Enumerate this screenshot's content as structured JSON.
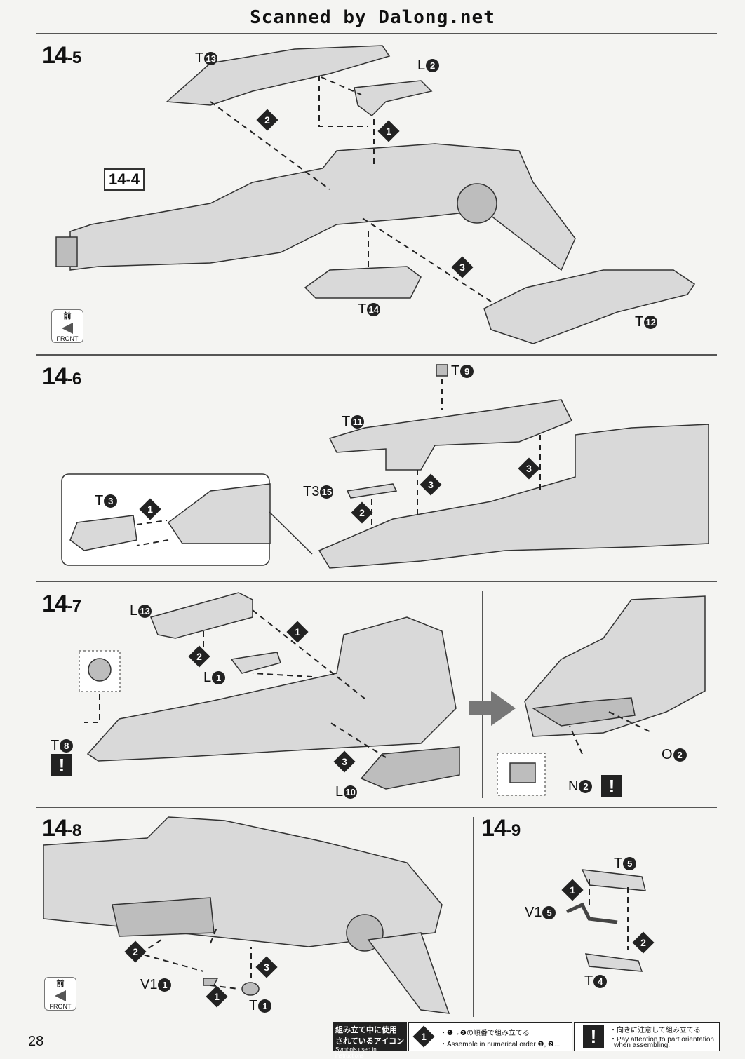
{
  "watermark": "Scanned by Dalong.net",
  "page_number": "28",
  "steps": [
    {
      "id": "14-5",
      "main": "14",
      "sub": "-5"
    },
    {
      "id": "14-6",
      "main": "14",
      "sub": "-6"
    },
    {
      "id": "14-7",
      "main": "14",
      "sub": "-7"
    },
    {
      "id": "14-8",
      "main": "14",
      "sub": "-8"
    },
    {
      "id": "14-9",
      "main": "14",
      "sub": "-9"
    }
  ],
  "ref_box": "14-4",
  "front_badge": {
    "kanji": "前",
    "text": "FRONT"
  },
  "parts": {
    "s5": {
      "t13": "T",
      "t13n": "13",
      "l2": "L",
      "l2n": "2",
      "t14": "T",
      "t14n": "14",
      "t12": "T",
      "t12n": "12"
    },
    "s6": {
      "t9": "T",
      "t9n": "9",
      "t11": "T",
      "t11n": "11",
      "t3_15": "T3",
      "t3_15n": "15",
      "t3": "T",
      "t3n": "3"
    },
    "s7": {
      "l13": "L",
      "l13n": "13",
      "l1": "L",
      "l1n": "1",
      "t8": "T",
      "t8n": "8",
      "l10": "L",
      "l10n": "10",
      "o2": "O",
      "o2n": "2",
      "n2": "N",
      "n2n": "2"
    },
    "s8": {
      "v1": "V1",
      "v1n": "1",
      "t1": "T",
      "t1n": "1"
    },
    "s9": {
      "t5": "T",
      "t5n": "5",
      "v1_5": "V1",
      "v1_5n": "5",
      "t4": "T",
      "t4n": "4"
    }
  },
  "order_markers": [
    "1",
    "2",
    "3"
  ],
  "warning_mark": "!",
  "legend": {
    "title_jp_1": "組み立て中に使用",
    "title_jp_2": "されているアイコン",
    "title_en": "Symbols used in instructions",
    "numbered_jp": "・❶→❷の順番で組み立てる",
    "numbered_en": "・Assemble in numerical order ❶, ❷...",
    "warn_jp": "・向きに注意して組み立てる",
    "warn_en_1": "・Pay attention to part orientation",
    "warn_en_2": "when assembling."
  }
}
